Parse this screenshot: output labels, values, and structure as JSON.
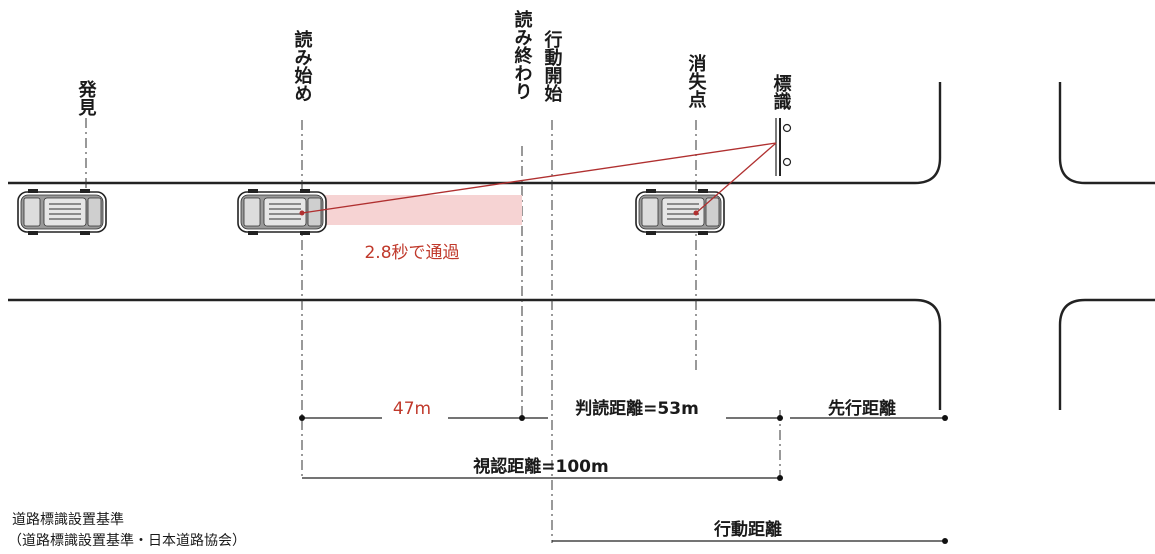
{
  "labels": {
    "discover": "発見",
    "read_start": "読み始め",
    "read_end": "読み終わり",
    "action_start": "行動開始",
    "vanish_point": "消失点",
    "sign": "標識"
  },
  "annotations": {
    "pass_time": "2.8秒で通過"
  },
  "dimensions": {
    "d47": "47m",
    "interpret": "判読距離=53m",
    "lead": "先行距離",
    "visual": "視認距離=100m",
    "action": "行動距離"
  },
  "source": {
    "line1": "道路標識設置基準",
    "line2": "（道路標識設置基準・日本道路協会）"
  },
  "colors": {
    "accent_red": "#c0392b",
    "highlight": "#f6d3d3"
  }
}
